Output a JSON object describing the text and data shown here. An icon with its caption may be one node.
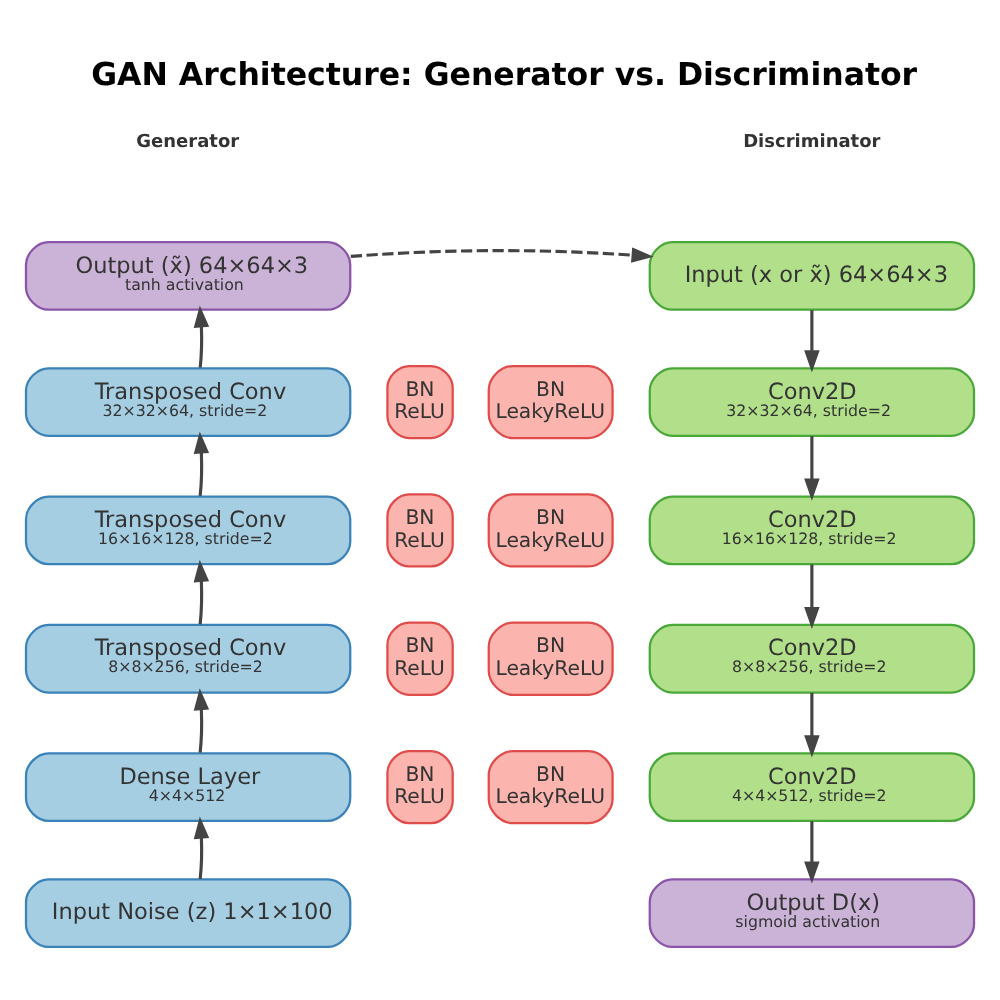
{
  "diagram": {
    "title": "GAN Architecture: Generator vs. Discriminator",
    "nodes": [
      {
        "text": [
          "Output (x̃) 64×64×3",
          "tanh activation"
        ]
      },
      {
        "text": [
          "Input (x or x̃) 64×64×3"
        ]
      },
      {
        "text": [
          "Transposed Conv",
          "32×32×64, stride=2"
        ]
      },
      {
        "text": [
          "BN",
          "ReLU"
        ]
      },
      {
        "text": [
          "BN",
          "LeakyReLU"
        ]
      },
      {
        "text": [
          "Conv2D",
          "32×32×64, stride=2"
        ]
      },
      {
        "text": [
          "Transposed Conv",
          "16×16×128, stride=2"
        ]
      },
      {
        "text": [
          "BN",
          "ReLU"
        ]
      },
      {
        "text": [
          "BN",
          "LeakyReLU"
        ]
      },
      {
        "text": [
          "Conv2D",
          "16×16×128, stride=2"
        ]
      },
      {
        "text": [
          "Transposed Conv",
          "8×8×256, stride=2"
        ]
      },
      {
        "text": [
          "BN",
          "ReLU"
        ]
      },
      {
        "text": [
          "BN",
          "LeakyReLU"
        ]
      },
      {
        "text": [
          "Conv2D",
          "8×8×256, stride=2"
        ]
      },
      {
        "text": [
          "Dense Layer",
          "4×4×512"
        ]
      },
      {
        "text": [
          "BN",
          "ReLU"
        ]
      },
      {
        "text": [
          "BN",
          "LeakyReLU"
        ]
      },
      {
        "text": [
          "Conv2D",
          "4×4×512, stride=2"
        ]
      },
      {
        "text": [
          "Input Noise (z) 1×1×100"
        ]
      },
      {
        "text": [
          "Output D(x)",
          "sigmoid activation"
        ]
      }
    ],
    "edges": [
      {
        "from": 18,
        "to": 14,
        "arrow": "to"
      },
      {
        "from": 14,
        "to": 10,
        "arrow": "to"
      },
      {
        "from": 10,
        "to": 6,
        "arrow": "to"
      },
      {
        "from": 6,
        "to": 2,
        "arrow": "to"
      },
      {
        "from": 2,
        "to": 0,
        "arrow": "to"
      },
      {
        "from": 0,
        "to": 1,
        "arrow": "to",
        "style": "dashed"
      },
      {
        "from": 1,
        "to": 5,
        "arrow": "to"
      },
      {
        "from": 5,
        "to": 9,
        "arrow": "to"
      },
      {
        "from": 9,
        "to": 13,
        "arrow": "to"
      },
      {
        "from": 13,
        "to": 17,
        "arrow": "to"
      },
      {
        "from": 17,
        "to": 19,
        "arrow": "to"
      }
    ],
    "labels": [
      "Generator",
      "Discriminator"
    ]
  }
}
